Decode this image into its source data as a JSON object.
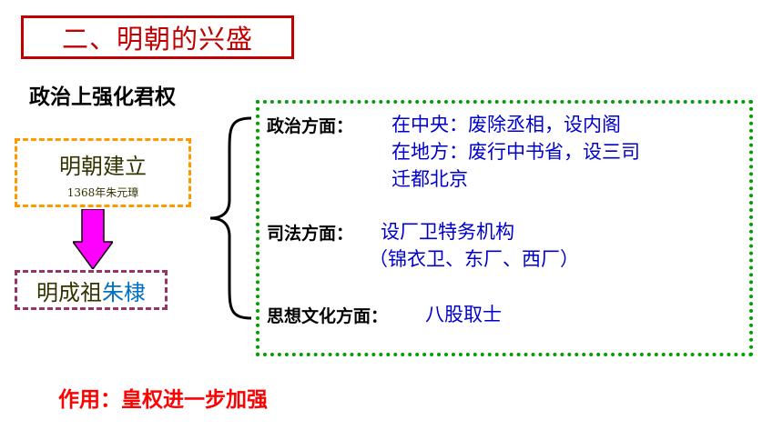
{
  "title": "二、明朝的兴盛",
  "section_heading": "政治上强化君权",
  "founding": {
    "title": "明朝建立",
    "subtitle": "1368年朱元璋"
  },
  "emperor": {
    "prefix": "明成祖",
    "name": "朱棣"
  },
  "measures": {
    "politics": {
      "label": "政治方面：",
      "lines": [
        "在中央：废除丞相，设内阁",
        "在地方：废行中书省，设三司",
        "迁都北京"
      ]
    },
    "judiciary": {
      "label": "司法方面：",
      "lines": [
        "设厂卫特务机构",
        "（锦衣卫、东厂、西厂）"
      ]
    },
    "culture": {
      "label": "思想文化方面：",
      "text": "八股取士"
    }
  },
  "effect": "作用：皇权进一步加强",
  "colors": {
    "title_red": "#c00000",
    "founding_border": "#ff9900",
    "emperor_border": "#993366",
    "measures_border": "#00a000",
    "measure_text": "#0000cc",
    "effect_red": "#ff0000",
    "arrow_magenta": "#ff00ff"
  }
}
